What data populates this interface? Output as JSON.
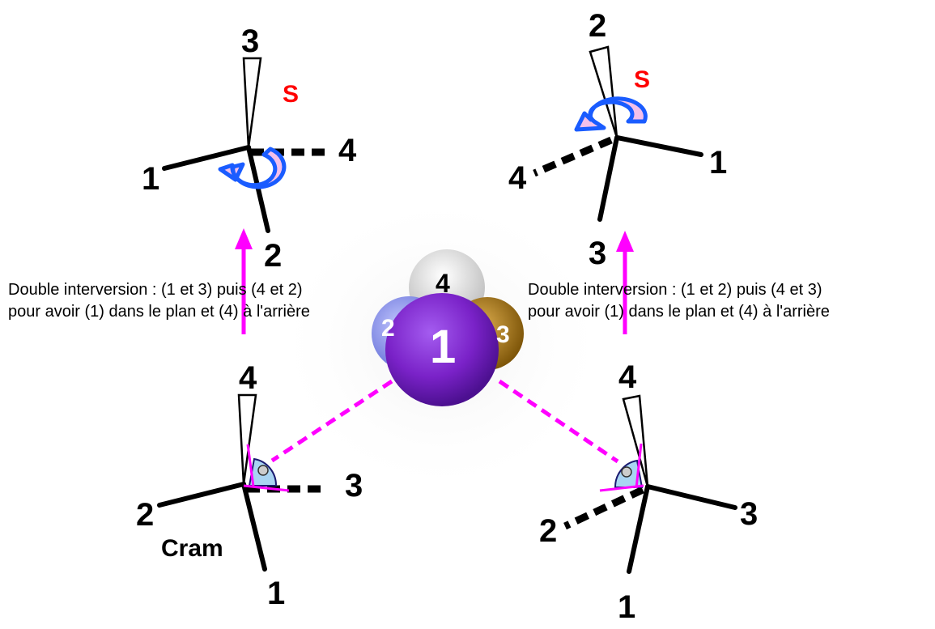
{
  "top_left": {
    "l1": "1",
    "l2": "2",
    "l3": "3",
    "l4": "4",
    "config": "S"
  },
  "top_right": {
    "l1": "1",
    "l2": "2",
    "l3": "3",
    "l4": "4",
    "config": "S"
  },
  "bottom_left": {
    "l1": "1",
    "l2": "2",
    "l3": "3",
    "l4": "4",
    "caption": "Cram"
  },
  "bottom_right": {
    "l1": "1",
    "l2": "2",
    "l3": "3",
    "l4": "4"
  },
  "note_left": {
    "line1": "Double interversion : (1 et 3) puis (4 et 2)",
    "line2": "pour avoir (1) dans le plan et (4) à l'arrière"
  },
  "note_right": {
    "line1": "Double interversion : (1 et 2) puis (4 et 3)",
    "line2": "pour avoir (1) dans le plan et (4) à l'arrière"
  },
  "molecule": {
    "a1": "1",
    "a2": "2",
    "a3": "3",
    "a4": "4"
  },
  "colors": {
    "arrow": "#ff00ff",
    "config": "#ff0000",
    "rotation_outline": "#1a5cff",
    "rotation_fill": "#f4c0ea",
    "atom1": "#7a22c8",
    "atom2": "#8a92e6",
    "atom3": "#a67a1a",
    "atom4": "#e6e6e6"
  }
}
